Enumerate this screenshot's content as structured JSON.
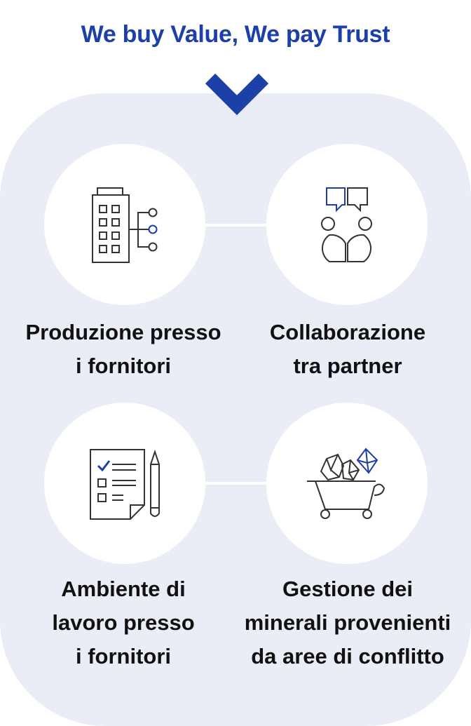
{
  "headline": "We buy Value, We pay Trust",
  "icons": {
    "chevron": "chevron-down-icon",
    "supplier_production": "building-network-icon",
    "partner_collaboration": "chat-collaboration-icon",
    "work_environment": "checklist-icon",
    "conflict_minerals": "minerals-cart-icon"
  },
  "items": [
    {
      "line1": "Produzione presso",
      "line2": "i fornitori",
      "line3": ""
    },
    {
      "line1": "Collaborazione",
      "line2": "tra partner",
      "line3": ""
    },
    {
      "line1": "Ambiente di",
      "line2": "lavoro presso",
      "line3": "i fornitori"
    },
    {
      "line1": "Gestione dei",
      "line2": "minerali provenienti",
      "line3": "da aree di conflitto"
    }
  ],
  "colors": {
    "accent": "#1d3fa8",
    "panel": "#eaedf5",
    "circle": "#ffffff",
    "text": "#111111"
  }
}
